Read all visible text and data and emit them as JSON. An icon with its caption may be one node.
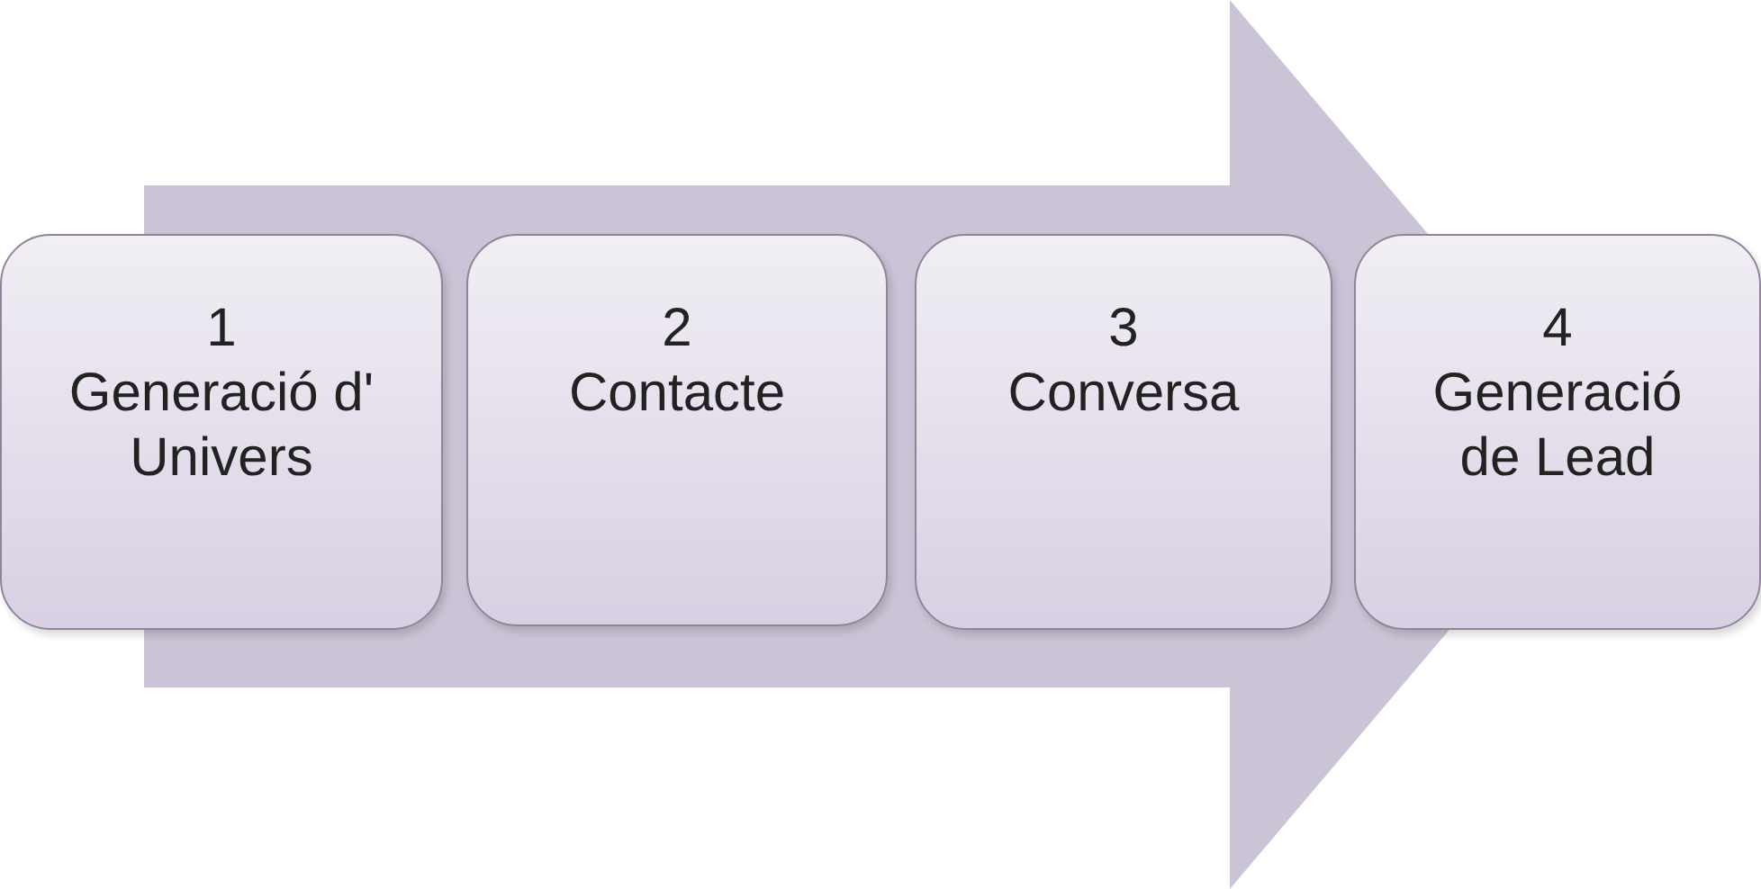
{
  "diagram": {
    "nodes": [
      {
        "text": [
          "1",
          "Generació d' Univers"
        ]
      },
      {
        "text": [
          "2",
          "Contacte"
        ]
      },
      {
        "text": [
          "3",
          "Conversa"
        ]
      },
      {
        "text": [
          "4",
          "Generació de Lead"
        ]
      }
    ],
    "edges": [
      {
        "from": 0,
        "to": 3,
        "arrow": "to"
      }
    ]
  }
}
